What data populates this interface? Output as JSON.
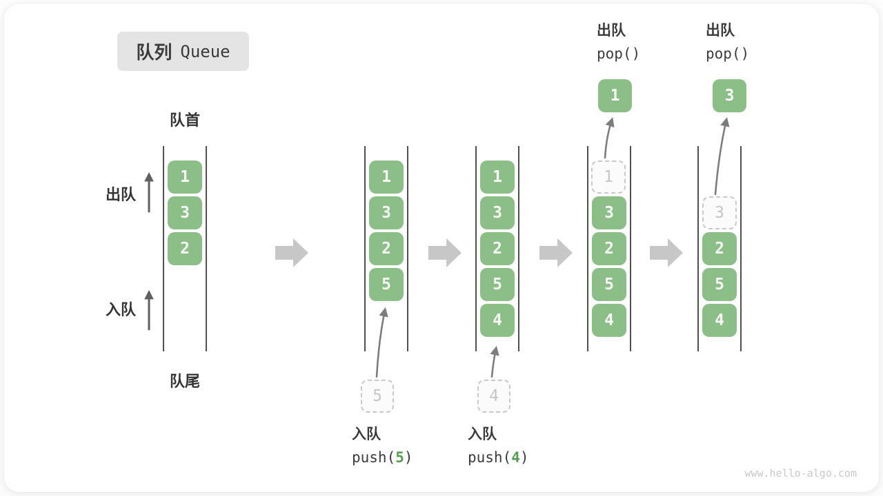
{
  "title": {
    "zh": "队列",
    "en": "Queue"
  },
  "labels": {
    "front": "队首",
    "rear": "队尾",
    "dequeue": "出队",
    "enqueue": "入队"
  },
  "queues": [
    {
      "cells": [
        "1",
        "3",
        "2"
      ]
    },
    {
      "cells": [
        "1",
        "3",
        "2",
        "5"
      ],
      "incoming": "5"
    },
    {
      "cells": [
        "1",
        "3",
        "2",
        "5",
        "4"
      ],
      "incoming": "4"
    },
    {
      "popped": "1",
      "ghost": "1",
      "cells": [
        "3",
        "2",
        "5",
        "4"
      ]
    },
    {
      "popped": "3",
      "ghost": "3",
      "cells": [
        "2",
        "5",
        "4"
      ]
    }
  ],
  "operations": {
    "push5": {
      "label": "入队",
      "code_pre": "push(",
      "arg": "5",
      "code_post": ")"
    },
    "push4": {
      "label": "入队",
      "code_pre": "push(",
      "arg": "4",
      "code_post": ")"
    },
    "pop1": {
      "label": "出队",
      "code": "pop()"
    },
    "pop2": {
      "label": "出队",
      "code": "pop()"
    }
  },
  "watermark": "www.hello-algo.com",
  "colors": {
    "green": "#8cbe88",
    "cell-text": "#f8faf6",
    "accent-green": "#55a04e",
    "ghost-border": "#c9c9c9",
    "ghost-bg": "#fbfbfb",
    "ghost-text": "#c6c6c6",
    "rail": "#4f4f4f",
    "block-arrow": "#c7c7c7",
    "flow-arrow": "#7d7d7d",
    "up-arrow": "#606060",
    "text-dark": "#3b3b3b",
    "title-bg": "#e4e4e4",
    "watermark": "#c8c8c8"
  }
}
